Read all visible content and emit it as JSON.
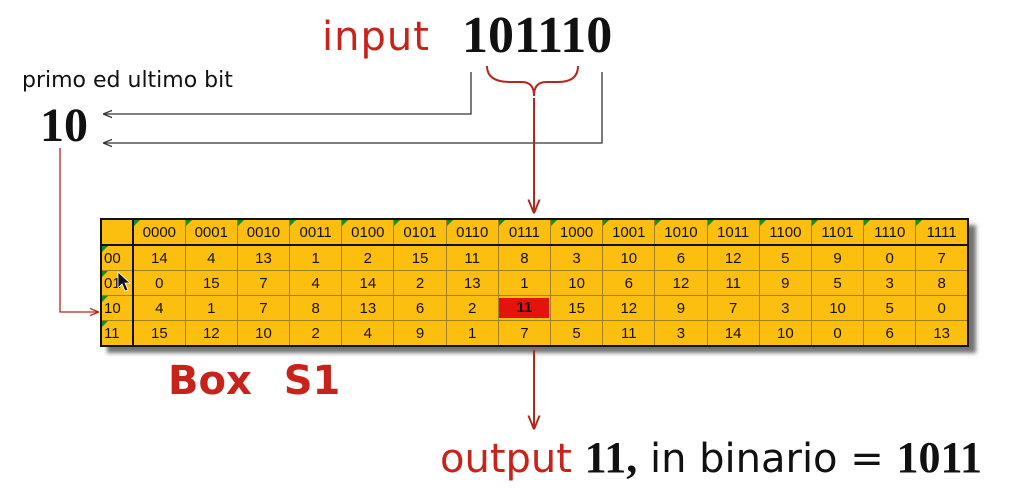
{
  "input_label": "input",
  "input_value": "101110",
  "primo_label": "primo ed ultimo bit",
  "primo_value": "10",
  "box_label": "Box  S1",
  "output": {
    "word": "output",
    "value": "11,",
    "text": "in binario =",
    "binary": "1011"
  },
  "sbox": {
    "columns": [
      "0000",
      "0001",
      "0010",
      "0011",
      "0100",
      "0101",
      "0110",
      "0111",
      "1000",
      "1001",
      "1010",
      "1011",
      "1100",
      "1101",
      "1110",
      "1111"
    ],
    "rows": [
      {
        "label": "00",
        "values": [
          "14",
          "4",
          "13",
          "1",
          "2",
          "15",
          "11",
          "8",
          "3",
          "10",
          "6",
          "12",
          "5",
          "9",
          "0",
          "7"
        ]
      },
      {
        "label": "01",
        "values": [
          "0",
          "15",
          "7",
          "4",
          "14",
          "2",
          "13",
          "1",
          "10",
          "6",
          "12",
          "11",
          "9",
          "5",
          "3",
          "8"
        ]
      },
      {
        "label": "10",
        "values": [
          "4",
          "1",
          "7",
          "8",
          "13",
          "6",
          "2",
          "11",
          "15",
          "12",
          "9",
          "7",
          "3",
          "10",
          "5",
          "0"
        ]
      },
      {
        "label": "11",
        "values": [
          "15",
          "12",
          "10",
          "2",
          "4",
          "9",
          "1",
          "7",
          "5",
          "11",
          "3",
          "14",
          "10",
          "0",
          "6",
          "13"
        ]
      }
    ],
    "highlight": {
      "row": 2,
      "col": 7
    },
    "colors": {
      "cell_bg": "#fdbf0f",
      "highlight": "#e4140c",
      "accent": "#c8231b"
    }
  }
}
